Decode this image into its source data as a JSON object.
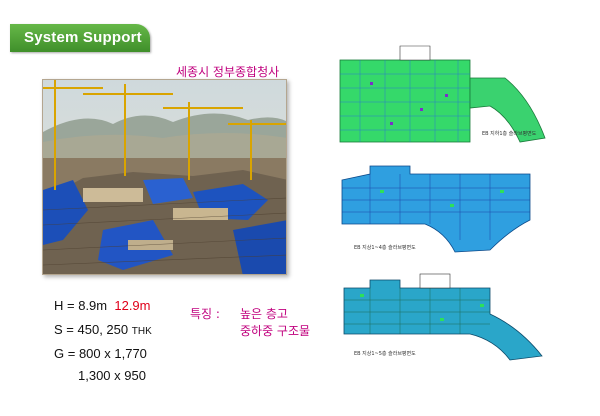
{
  "header": {
    "title": "System Support"
  },
  "project": {
    "name": "세종시 정부종합청사"
  },
  "specs": {
    "height": {
      "label": "H =",
      "value1": "8.9m",
      "value2": "12.9m"
    },
    "slab": {
      "label": "S =",
      "value": "450, 250",
      "unit": "THK"
    },
    "girder": {
      "label": "G =",
      "value": "800 x 1,770",
      "value_extra": "1,300 x 950"
    }
  },
  "features": {
    "label": "특징 :",
    "items": [
      "높은 층고",
      "중하중 구조물"
    ]
  },
  "drawings": [
    {
      "caption": "EB 지하1층 슬라브평면도"
    },
    {
      "caption": "EB 지상1~4층 슬라브평면도"
    },
    {
      "caption": "EB 지상1~5층 슬라브평면도"
    }
  ],
  "colors": {
    "title_green": "#4a9e33",
    "accent_magenta": "#c0007e",
    "highlight_red": "#e0001a",
    "plan_green": "#2de05a",
    "plan_blue": "#2b6fd9"
  }
}
